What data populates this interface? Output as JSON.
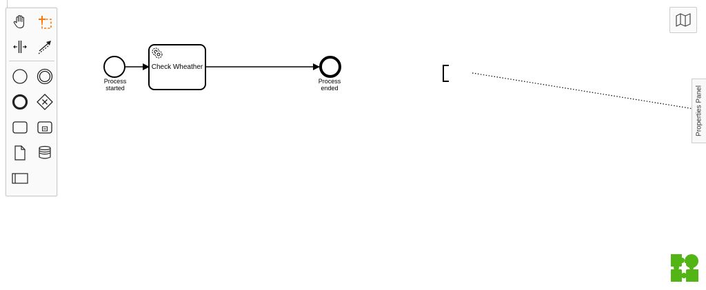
{
  "diagram": {
    "start_event": {
      "label_line1": "Process",
      "label_line2": "started"
    },
    "service_task": {
      "label": "Check Wheather"
    },
    "end_event": {
      "label_line1": "Process",
      "label_line2": "ended"
    }
  },
  "properties_panel": {
    "label": "Properties Panel"
  },
  "palette": {
    "tools": [
      "hand-tool",
      "lasso-tool",
      "space-tool",
      "global-connect-tool"
    ],
    "shapes": [
      "start-event",
      "intermediate-event",
      "end-event",
      "exclusive-gateway",
      "task",
      "subprocess-collapsed",
      "data-object",
      "data-store",
      "participant-pool"
    ]
  },
  "colors": {
    "accent_orange": "#ff7700",
    "logo_green": "#52b415",
    "stroke": "#000000"
  }
}
